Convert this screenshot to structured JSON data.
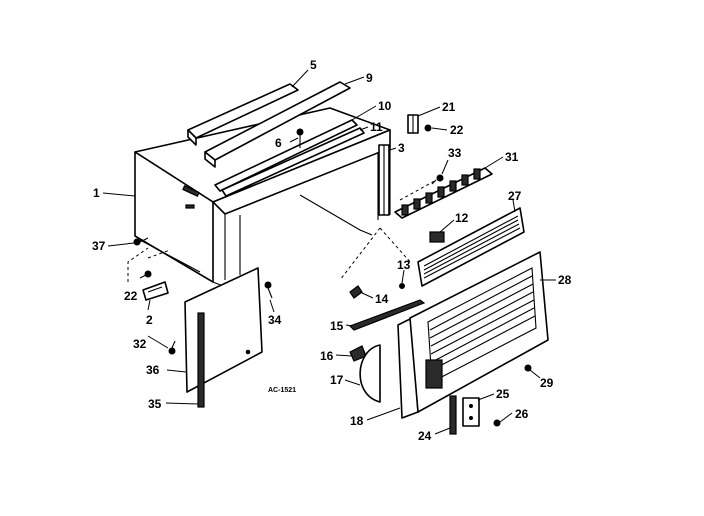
{
  "diagram": {
    "code": "AC-1521",
    "callouts": [
      "1",
      "2",
      "3",
      "5",
      "6",
      "9",
      "10",
      "11",
      "12",
      "13",
      "14",
      "15",
      "16",
      "17",
      "18",
      "21",
      "22",
      "22",
      "24",
      "25",
      "26",
      "27",
      "28",
      "29",
      "31",
      "32",
      "33",
      "34",
      "35",
      "36",
      "37"
    ]
  }
}
